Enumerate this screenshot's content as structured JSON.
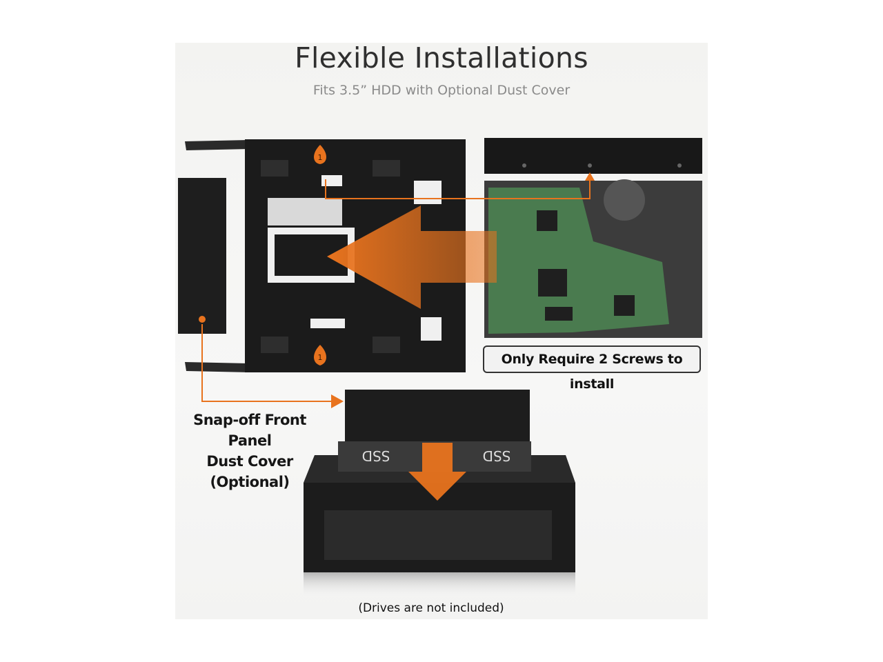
{
  "header": {
    "title": "Flexible Installations",
    "subtitle": "Fits 3.5” HDD with Optional Dust Cover"
  },
  "labels": {
    "screws_callout": "Only Require 2 Screws to install",
    "dust_cover_line1": "Snap-off Front Panel",
    "dust_cover_line2": "Dust Cover",
    "dust_cover_line3": "(Optional)",
    "footnote": "(Drives are not included)",
    "ssd_label": "SSD",
    "ssd_label_2": "SSD",
    "screw_marker_top": "1",
    "screw_marker_bottom": "1"
  },
  "colors": {
    "accent_orange": "#e8731e",
    "tray_black": "#1c1c1c",
    "pcb_green": "#3f6f45"
  }
}
